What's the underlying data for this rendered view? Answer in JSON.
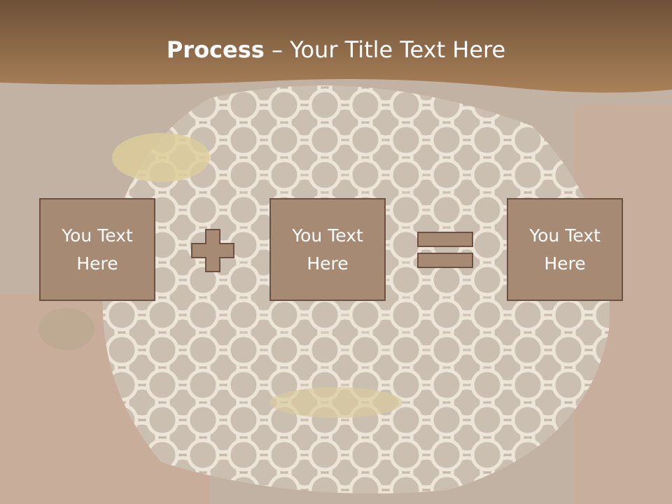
{
  "slide": {
    "title_bold": "Process",
    "title_rest": " – Your Title Text Here",
    "boxes": [
      {
        "label": "You Text Here"
      },
      {
        "label": "You Text Here"
      },
      {
        "label": "You Text Here"
      }
    ],
    "operators": [
      "plus-icon",
      "equals-icon"
    ],
    "colors": {
      "header": "#8a6a4d",
      "box_fill": "#a68a73",
      "box_border": "#6b5140",
      "text": "#ffffff"
    }
  }
}
